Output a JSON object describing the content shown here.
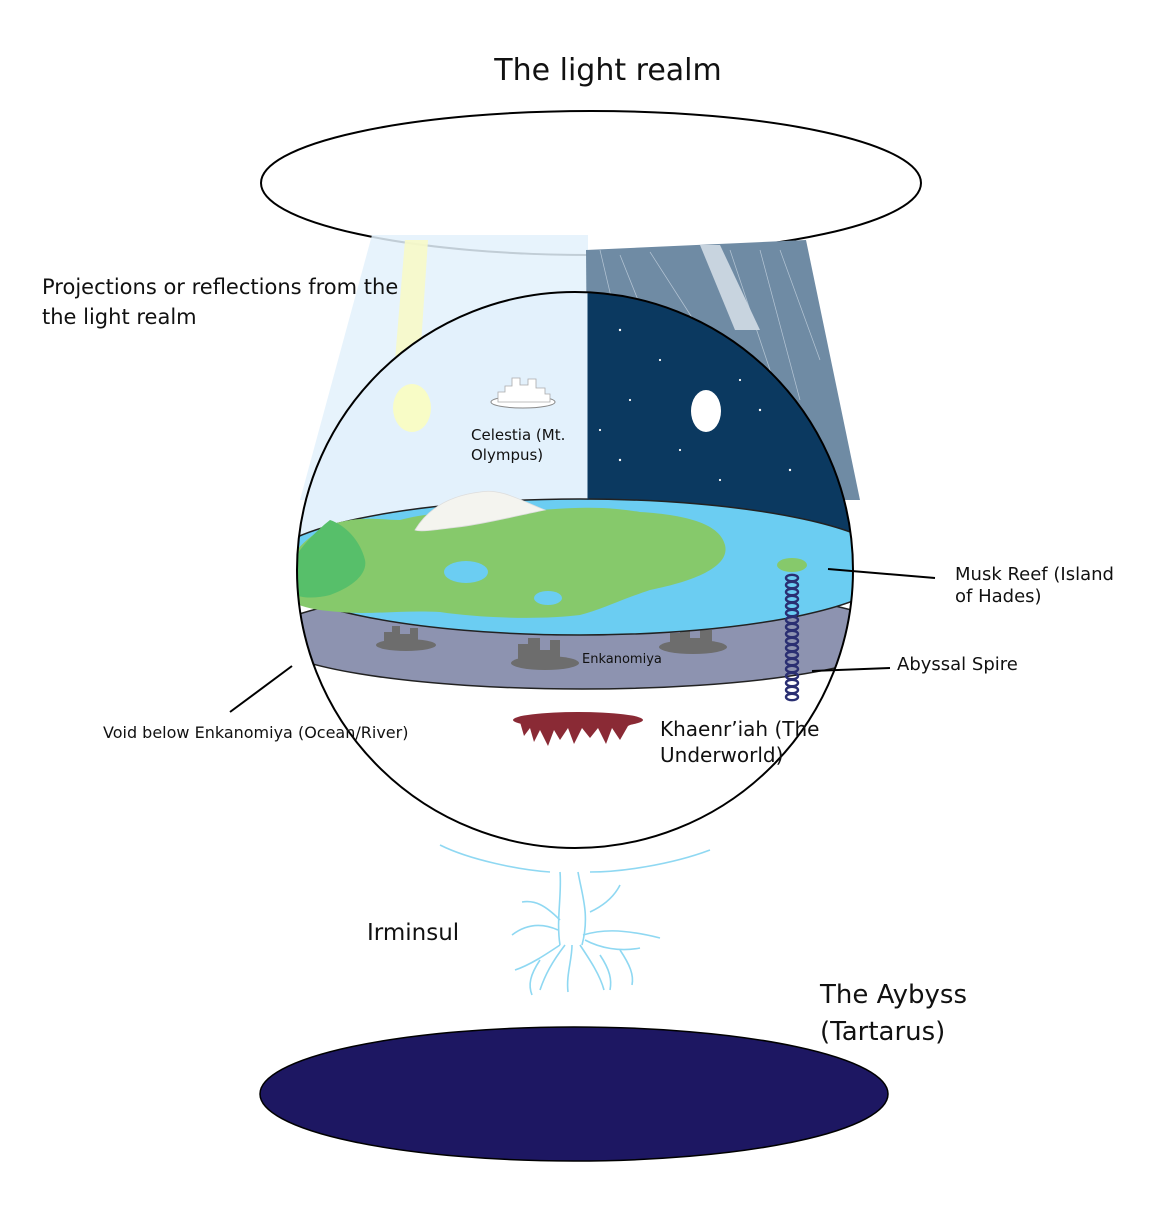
{
  "labels": {
    "light_realm": "The light realm",
    "projections_line1": "Projections or reflections from the",
    "projections_line2": "the light realm",
    "celestia_line1": "Celestia (Mt.",
    "celestia_line2": "Olympus)",
    "musk_reef_line1": "Musk Reef (Island",
    "musk_reef_line2": "of Hades)",
    "abyssal_spire": "Abyssal Spire",
    "enkanomiya": "Enkanomiya",
    "void_below": "Void below Enkanomiya (Ocean/River)",
    "khaenriah_line1": "Khaenr’iah (The",
    "khaenriah_line2": "Underworld)",
    "irminsul": "Irminsul",
    "abyss_line1": "The Aybyss",
    "abyss_line2": "(Tartarus)"
  },
  "colors": {
    "day_sky": "#e3f1fc",
    "night_sky": "#0b3960",
    "ocean": "#6bcdf2",
    "land": "#86c96b",
    "land_dark": "#57bf6a",
    "enkanomiya_disk": "#8d93b0",
    "city_ruins": "#6d6d6d",
    "underworld": "#8a2a35",
    "abyss": "#1d1762",
    "spire": "#2a2f72",
    "irminsul": "#8fd8f2",
    "night_beam": "#6f8ba4",
    "sun": "#f8fcc6",
    "moon": "#ffffff"
  }
}
